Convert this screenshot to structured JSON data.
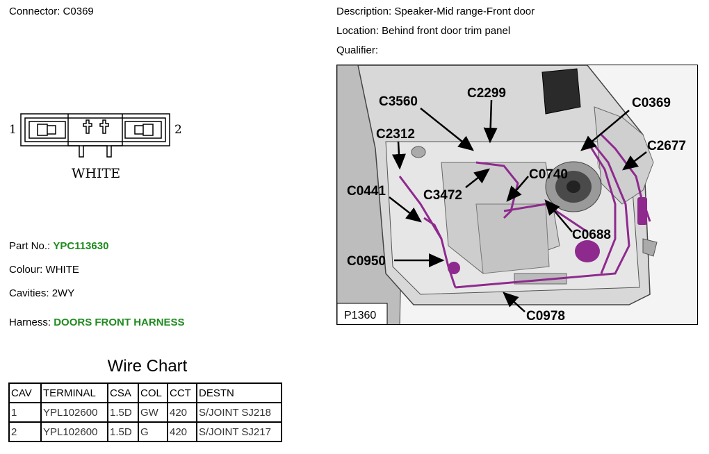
{
  "header": {
    "connector_label": "Connector:",
    "connector_value": "C0369",
    "description_label": "Description:",
    "description_value": "Speaker-Mid range-Front door",
    "location_label": "Location:",
    "location_value": "Behind front door trim panel",
    "qualifier_label": "Qualifier:"
  },
  "connector": {
    "pin_left": "1",
    "pin_right": "2",
    "color_text": "WHITE"
  },
  "details": {
    "part_label": "Part No.:",
    "part_value": "YPC113630",
    "colour_label": "Colour:",
    "colour_value": "WHITE",
    "cavities_label": "Cavities:",
    "cavities_value": "2WY",
    "harness_label": "Harness:",
    "harness_value": "DOORS FRONT HARNESS"
  },
  "wire_chart": {
    "title": "Wire Chart",
    "headers": [
      "CAV",
      "TERMINAL",
      "CSA",
      "COL",
      "CCT",
      "DESTN"
    ],
    "rows": [
      [
        "1",
        "YPL102600",
        "1.5D",
        "GW",
        "420",
        "S/JOINT SJ218"
      ],
      [
        "2",
        "YPL102600",
        "1.5D",
        "G",
        "420",
        "S/JOINT SJ217"
      ]
    ]
  },
  "figure": {
    "id": "P1360",
    "callouts": {
      "c3560": "C3560",
      "c2299": "C2299",
      "c0369": "C0369",
      "c2312": "C2312",
      "c2677": "C2677",
      "c0740": "C0740",
      "c0441": "C0441",
      "c3472": "C3472",
      "c0688": "C0688",
      "c0950": "C0950",
      "c0978": "C0978"
    }
  },
  "colors": {
    "link_green": "#1f8b1f",
    "harness_purple": "#8e2a8e"
  }
}
